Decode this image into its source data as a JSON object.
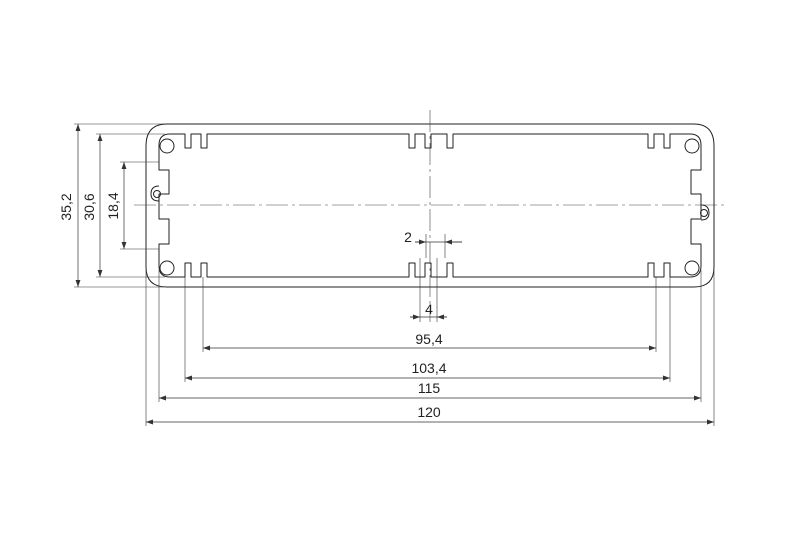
{
  "dimensions": {
    "height_outer": "35,2",
    "height_inner": "30,6",
    "height_slot": "18,4",
    "gap_small": "2",
    "gap_center": "4",
    "width_95": "95,4",
    "width_103": "103,4",
    "width_115": "115",
    "width_120": "120"
  }
}
